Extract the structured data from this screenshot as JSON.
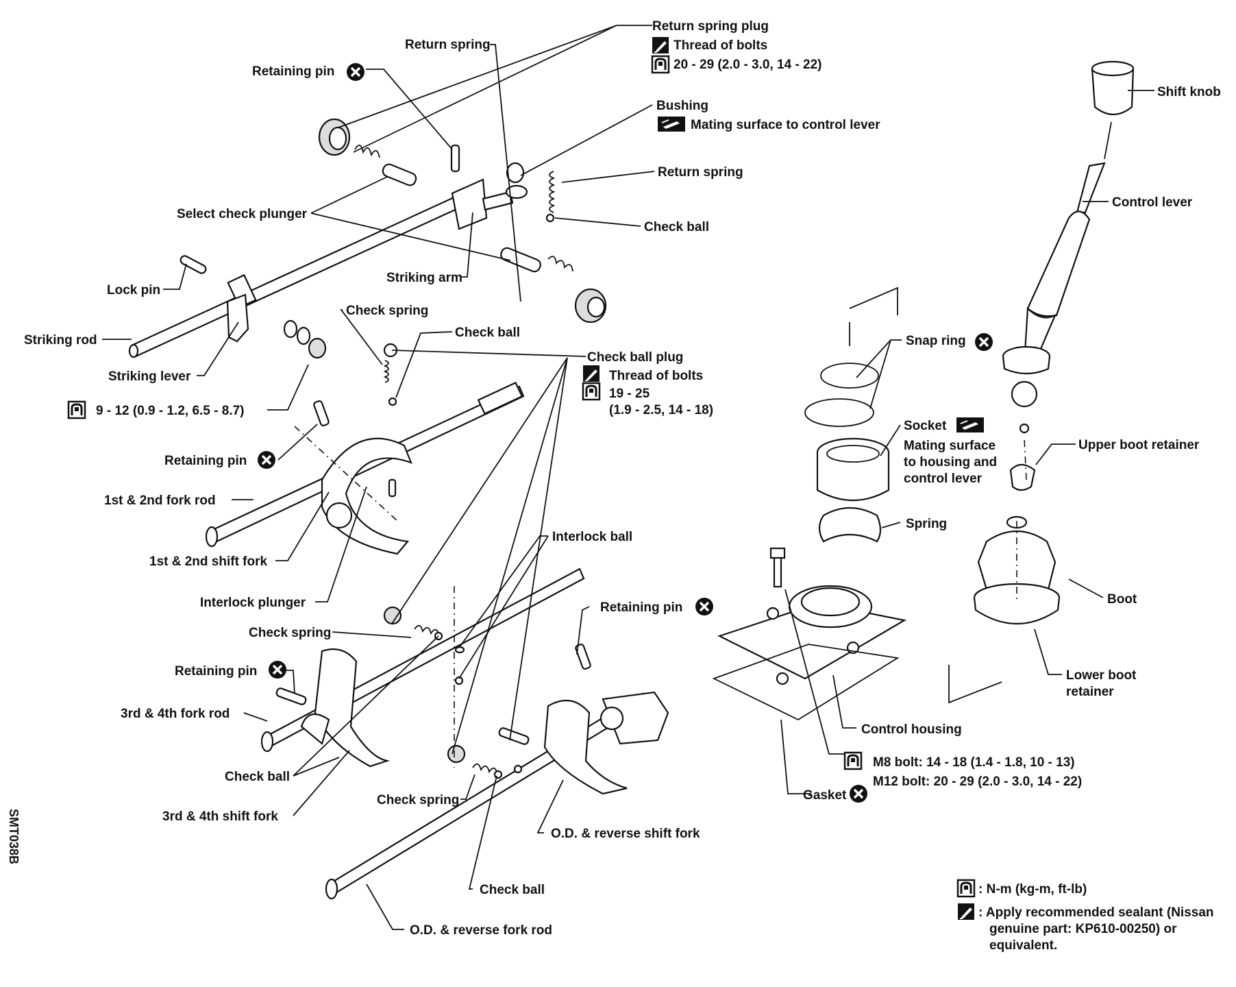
{
  "labels": {
    "return_spring_plug": "Return spring plug",
    "thread_of_bolts": "Thread of bolts",
    "torque_return_plug": "20 - 29 (2.0 - 3.0, 14 - 22)",
    "return_spring_top": "Return spring",
    "retaining_pin_top": "Retaining pin",
    "bushing": "Bushing",
    "bushing_note": "Mating surface to control lever",
    "return_spring_right": "Return spring",
    "select_check_plunger": "Select check plunger",
    "check_ball_top": "Check ball",
    "striking_arm": "Striking arm",
    "lock_pin": "Lock pin",
    "check_spring_top": "Check spring",
    "check_ball_mid": "Check ball",
    "striking_rod": "Striking rod",
    "check_ball_plug": "Check ball plug",
    "thread_of_bolts_2": "Thread of bolts",
    "torque_plug_1": "19 - 25",
    "torque_plug_2": "(1.9 - 2.5, 14 - 18)",
    "striking_lever": "Striking lever",
    "torque_lever": "9 - 12 (0.9 - 1.2, 6.5 - 8.7)",
    "retaining_pin_mid": "Retaining pin",
    "fork_rod_12": "1st & 2nd fork rod",
    "shift_fork_12": "1st & 2nd shift fork",
    "interlock_plunger": "Interlock plunger",
    "interlock_ball": "Interlock ball",
    "retaining_pin_right": "Retaining pin",
    "check_spring_mid": "Check spring",
    "retaining_pin_left": "Retaining pin",
    "fork_rod_34": "3rd & 4th fork rod",
    "check_ball_left": "Check ball",
    "shift_fork_34": "3rd & 4th shift fork",
    "check_spring_low": "Check spring",
    "od_shift_fork": "O.D. & reverse shift fork",
    "check_ball_low": "Check ball",
    "od_fork_rod": "O.D. & reverse fork rod",
    "snap_ring": "Snap ring",
    "socket": "Socket",
    "socket_note_1": "Mating surface",
    "socket_note_2": "to housing and",
    "socket_note_3": "control lever",
    "spring": "Spring",
    "control_housing": "Control housing",
    "m8_bolt": "M8 bolt:  14 - 18 (1.4 - 1.8, 10 - 13)",
    "m12_bolt": "M12 bolt:  20 - 29 (2.0 - 3.0, 14 - 22)",
    "gasket": "Gasket",
    "shift_knob": "Shift knob",
    "control_lever": "Control lever",
    "upper_boot_retainer": "Upper boot retainer",
    "boot": "Boot",
    "lower_boot_retainer_1": "Lower boot",
    "lower_boot_retainer_2": "retainer"
  },
  "legend": {
    "torque": ": N-m (kg-m, ft-lb)",
    "sealant_1": ": Apply recommended sealant (Nissan",
    "sealant_2": "genuine part:  KP610-00250) or",
    "sealant_3": "equivalent."
  },
  "figure_code": "SMT038B",
  "icons": [
    "do-not-reuse-icon",
    "sealant-icon",
    "torque-wrench-icon",
    "grease-icon"
  ]
}
